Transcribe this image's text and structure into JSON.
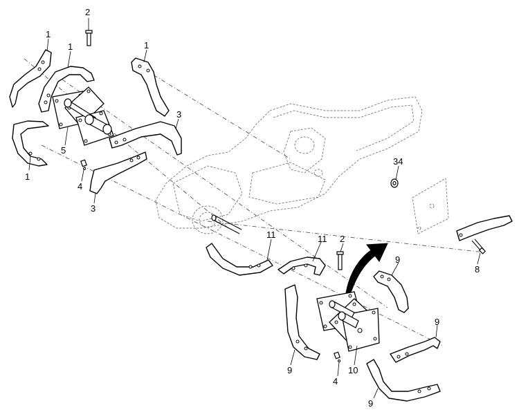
{
  "callouts": {
    "p1": "1",
    "p2": "2",
    "p3": "3",
    "p4": "4",
    "p5": "5",
    "p8": "8",
    "p9": "9",
    "p10": "10",
    "p11": "11",
    "p34": "34"
  },
  "colors": {
    "line": "#000000",
    "hidden_line": "#777777",
    "background": "#ffffff"
  }
}
